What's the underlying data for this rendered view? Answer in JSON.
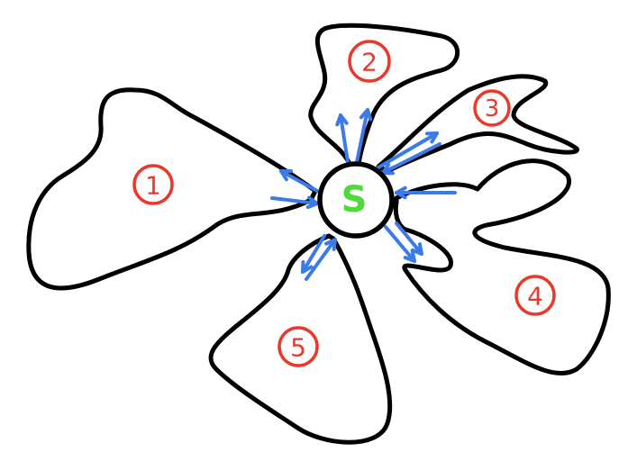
{
  "diagram": {
    "hub": {
      "label": "S",
      "label_color": "#4fd93a"
    },
    "regions": [
      {
        "id": "1",
        "label": "1"
      },
      {
        "id": "2",
        "label": "2"
      },
      {
        "id": "3",
        "label": "3"
      },
      {
        "id": "4",
        "label": "4"
      },
      {
        "id": "5",
        "label": "5"
      }
    ],
    "colors": {
      "outline": "#000000",
      "region_label": "#e8392a",
      "arrows": "#3a7be8"
    }
  }
}
